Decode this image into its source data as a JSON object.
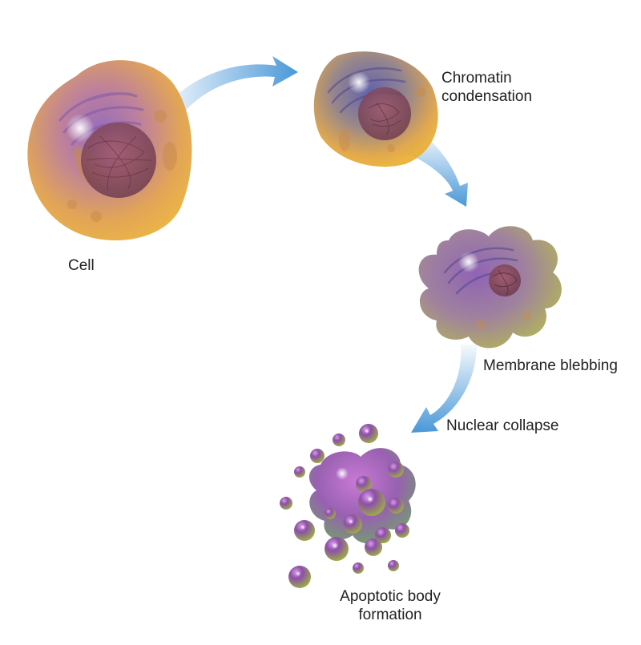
{
  "stages": [
    {
      "id": "cell",
      "label": "Cell"
    },
    {
      "id": "chromatin",
      "label_line1": "Chromatin",
      "label_line2": "condensation"
    },
    {
      "id": "membrane",
      "label": "Membrane blebbing"
    },
    {
      "id": "nuclear",
      "label": "Nuclear collapse"
    },
    {
      "id": "apoptotic",
      "label_line1": "Apoptotic body",
      "label_line2": "formation"
    }
  ],
  "colors": {
    "arrow": "#4a98d8",
    "cell_orange": "#e9a53a",
    "cell_purple": "#7b4fa0",
    "nucleus": "#8a3c4a",
    "bleb_green": "#a7b54a"
  }
}
